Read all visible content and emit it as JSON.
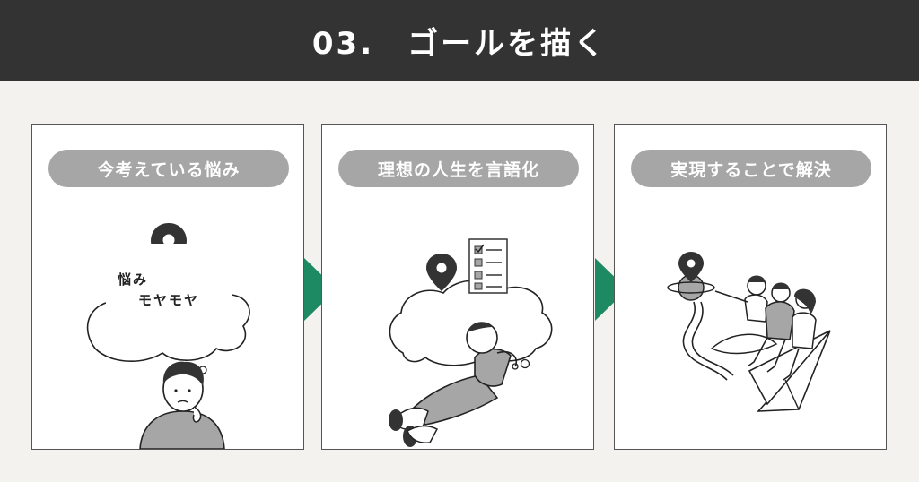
{
  "header": {
    "title": "03.　ゴールを描く"
  },
  "steps": [
    {
      "label": "今考えている悩み",
      "worry_line1": "悩み",
      "worry_line2": "モヤモヤ"
    },
    {
      "label": "理想の人生を言語化"
    },
    {
      "label": "実現することで解決"
    }
  ],
  "colors": {
    "header_bg": "#333333",
    "pill_bg": "#a6a6a6",
    "arrow": "#1e8a63",
    "page_bg": "#f3f2ee"
  }
}
